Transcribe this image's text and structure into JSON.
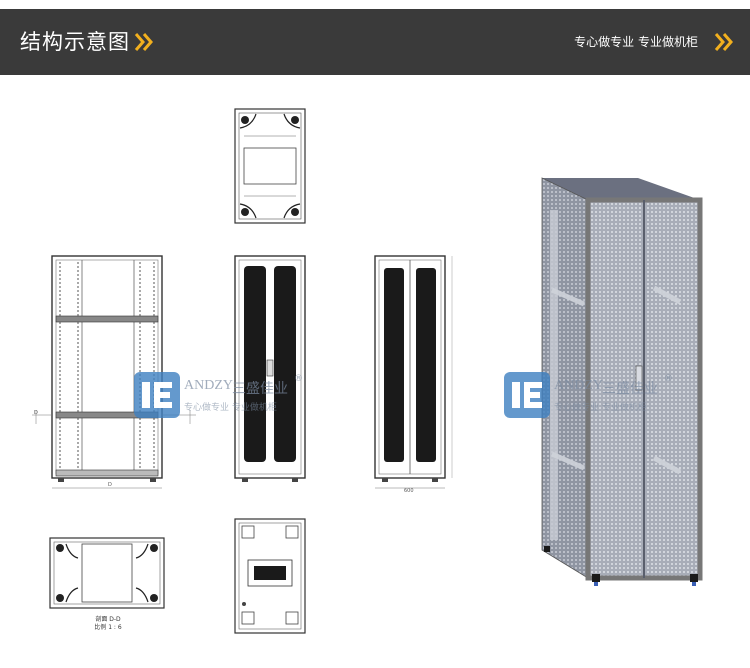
{
  "header": {
    "title": "结构示意图",
    "slogan": "专心做专业  专业做机柜",
    "background_color": "#3a3a3a",
    "accent_color": "#f2b01e",
    "title_icon": "double-chevron-right-icon",
    "slogan_icon": "double-chevron-right-icon"
  },
  "watermark": {
    "brand": "ANDZY",
    "brand_cn": "三盛佳业",
    "tagline": "专心做专业 专业做机柜",
    "registered": "®",
    "logo_color": "#3d7fc0"
  },
  "views": {
    "section_caption_line1": "剖面 D-D",
    "section_caption_line2": "比例 1 : 6",
    "side_dim_label": "D",
    "front_dim_label": "600",
    "small_dim_label": "D"
  }
}
